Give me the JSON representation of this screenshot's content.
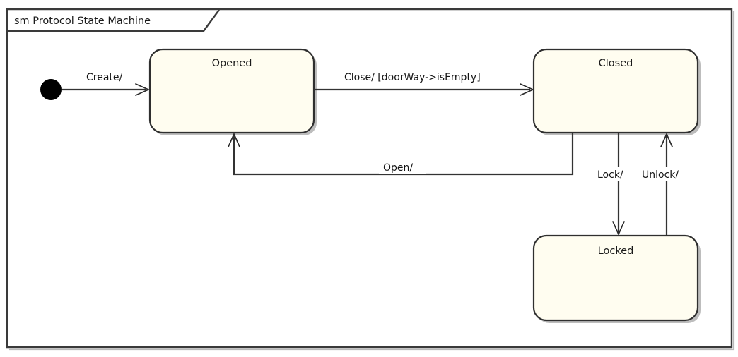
{
  "diagram": {
    "type": "uml-protocol-state-machine",
    "frame": {
      "title": "sm Protocol State Machine",
      "background_color": "#ffffff",
      "border_color": "#3a3a3a"
    },
    "colors": {
      "state_fill": "#fffdf0",
      "state_border": "#2f2f2f",
      "shadow": "#bdbdbd",
      "line": "#333333",
      "text": "#1a1a1a",
      "initial_node": "#000000"
    },
    "initial_node": {
      "name": "initial-pseudostate"
    },
    "states": [
      {
        "id": "opened",
        "label": "Opened"
      },
      {
        "id": "closed",
        "label": "Closed"
      },
      {
        "id": "locked",
        "label": "Locked"
      }
    ],
    "transitions": [
      {
        "id": "create",
        "label": "Create/",
        "from": "initial",
        "to": "opened"
      },
      {
        "id": "close",
        "label": "Close/ [doorWay->isEmpty]",
        "from": "opened",
        "to": "closed"
      },
      {
        "id": "open",
        "label": "Open/",
        "from": "closed",
        "to": "opened"
      },
      {
        "id": "lock",
        "label": "Lock/",
        "from": "closed",
        "to": "locked"
      },
      {
        "id": "unlock",
        "label": "Unlock/",
        "from": "locked",
        "to": "closed"
      }
    ]
  }
}
